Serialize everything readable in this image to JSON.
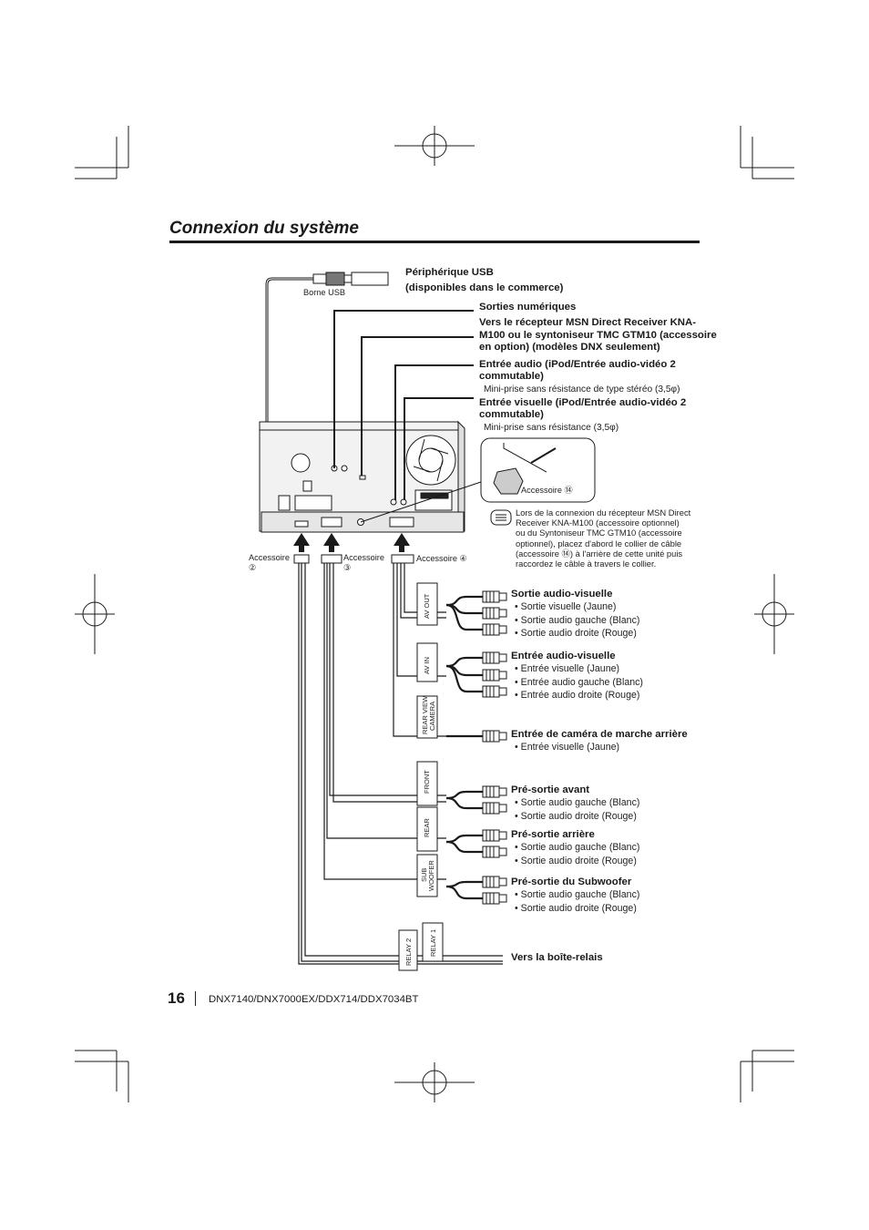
{
  "title": "Connexion du système",
  "labels": {
    "usb_port": "Borne USB",
    "usb_device_l1": "Périphérique USB",
    "usb_device_l2": "(disponibles dans le commerce)",
    "digital_out": "Sorties numériques",
    "msn_l1": "Vers le récepteur MSN Direct Receiver KNA-",
    "msn_l2": "M100 ou le syntoniseur TMC GTM10 (accessoire",
    "msn_l3": "en option) (modèles DNX seulement)",
    "audio_in_l1": "Entrée audio (iPod/Entrée audio-vidéo 2",
    "audio_in_l2": "commutable)",
    "audio_in_sub": "Mini-prise sans résistance de type stéréo (3,5φ)",
    "video_in_l1": "Entrée visuelle (iPod/Entrée audio-vidéo 2",
    "video_in_l2": "commutable)",
    "video_in_sub": "Mini-prise sans résistance (3,5φ)",
    "accessory_14": "Accessoire ⑭",
    "note": [
      "Lors de la connexion du récepteur MSN Direct",
      "Receiver KNA-M100 (accessoire optionnel)",
      "ou du Syntoniseur TMC GTM10 (accessoire",
      "optionnel), placez d'abord le collier de câble",
      "(accessoire ⑭) à l'arrière de cette unité puis",
      "raccordez le câble à travers le collier."
    ],
    "accessory_2_l1": "Accessoire",
    "accessory_2_l2": "②",
    "accessory_3_l1": "Accessoire",
    "accessory_3_l2": "③",
    "accessory_4": "Accessoire ④",
    "relay_box": "Vers la boîte-relais"
  },
  "blocks": {
    "av_out": {
      "tag": "AV OUT",
      "title": "Sortie audio-visuelle",
      "items": [
        "• Sortie visuelle (Jaune)",
        "• Sortie audio gauche (Blanc)",
        "• Sortie audio droite (Rouge)"
      ]
    },
    "av_in": {
      "tag": "AV IN",
      "title": "Entrée audio-visuelle",
      "items": [
        "• Entrée visuelle (Jaune)",
        "• Entrée audio gauche (Blanc)",
        "• Entrée audio droite (Rouge)"
      ]
    },
    "rear_cam": {
      "tag_l1": "REAR VIEW",
      "tag_l2": "CAMERA",
      "title": "Entrée de caméra de marche arrière",
      "items": [
        "• Entrée visuelle (Jaune)"
      ]
    },
    "front": {
      "tag": "FRONT",
      "title": "Pré-sortie avant",
      "items": [
        "• Sortie audio gauche (Blanc)",
        "• Sortie audio droite (Rouge)"
      ]
    },
    "rear": {
      "tag": "REAR",
      "title": "Pré-sortie arrière",
      "items": [
        "• Sortie audio gauche (Blanc)",
        "• Sortie audio droite (Rouge)"
      ]
    },
    "sub": {
      "tag_l1": "SUB",
      "tag_l2": "WOOFER",
      "title": "Pré-sortie du Subwoofer",
      "items": [
        "• Sortie audio gauche (Blanc)",
        "• Sortie audio droite (Rouge)"
      ]
    },
    "relay": {
      "tag_1": "RELAY 2",
      "tag_2": "RELAY 1"
    }
  },
  "footer": {
    "page": "16",
    "models": "DNX7140/DNX7000EX/DDX714/DDX7034BT"
  },
  "colors": {
    "ink": "#1a1a1a",
    "unit_fill": "#f2f2f2",
    "shadow": "#cfcfcf"
  }
}
